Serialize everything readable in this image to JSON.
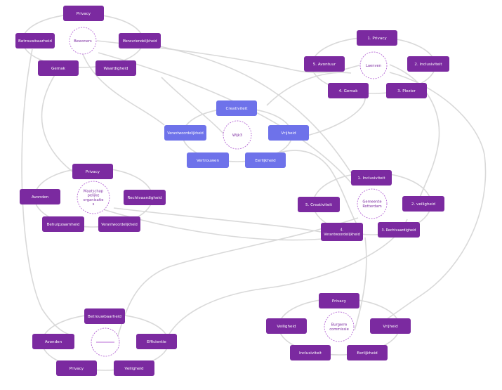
{
  "colors": {
    "purple": "#7b2aa0",
    "blue": "#6e72ea",
    "center_stroke": "#b76ad6",
    "center_text": "#7b2aa0",
    "connector": "#d9d9d9",
    "node_text": "#ffffff"
  },
  "clusters": [
    {
      "id": "bewoners",
      "center_label": [
        "Bewoners"
      ],
      "color": "purple",
      "nodes": [
        "Privacy",
        "Betrouwbaarheid",
        "Mensvriendelijkheid",
        "Gemak",
        "Waardigheid"
      ]
    },
    {
      "id": "laenveen",
      "center_label": [
        "Laenven"
      ],
      "color": "purple",
      "nodes": [
        "1. Privacy",
        "5. Avontuur",
        "2. Inclusiviteit",
        "4. Gemak",
        "3. Plezier"
      ]
    },
    {
      "id": "wijk",
      "center_label": [
        "Wijk3"
      ],
      "color": "blue",
      "nodes": [
        "Creativiteit",
        "Verantwoordelijkheid",
        "Vrijheid",
        "Vertrouwen",
        "Eerlijkheid"
      ]
    },
    {
      "id": "maatschappelijke",
      "center_label": [
        "Maatschap",
        "pelijke",
        "organisatie",
        "s"
      ],
      "color": "purple",
      "nodes": [
        "Privacy",
        "Avonden",
        "Rechtvaardigheid",
        "Behulpzaamheid",
        "Verantwoordelijkheid"
      ]
    },
    {
      "id": "gemeente",
      "center_label": [
        "Gemeente",
        "Rotterdam"
      ],
      "color": "purple",
      "nodes": [
        "1. Inclusiviteit",
        "5. Creativiteit",
        "2. veiligheid",
        "4. Verantwoordelijkheid",
        "3. Rechtvaardigheid"
      ]
    },
    {
      "id": "empty",
      "center_label": [],
      "color": "purple",
      "nodes": [
        "Betrouwbaarheid",
        "Avonden",
        "Efficientie",
        "Privacy",
        "Veiligheid"
      ]
    },
    {
      "id": "burgers",
      "center_label": [
        "Burgerre",
        "commissie"
      ],
      "color": "purple",
      "nodes": [
        "Privacy",
        "Veiligheid",
        "Vrijheid",
        "Inclusiviteit",
        "Eerlijkheid"
      ]
    }
  ]
}
